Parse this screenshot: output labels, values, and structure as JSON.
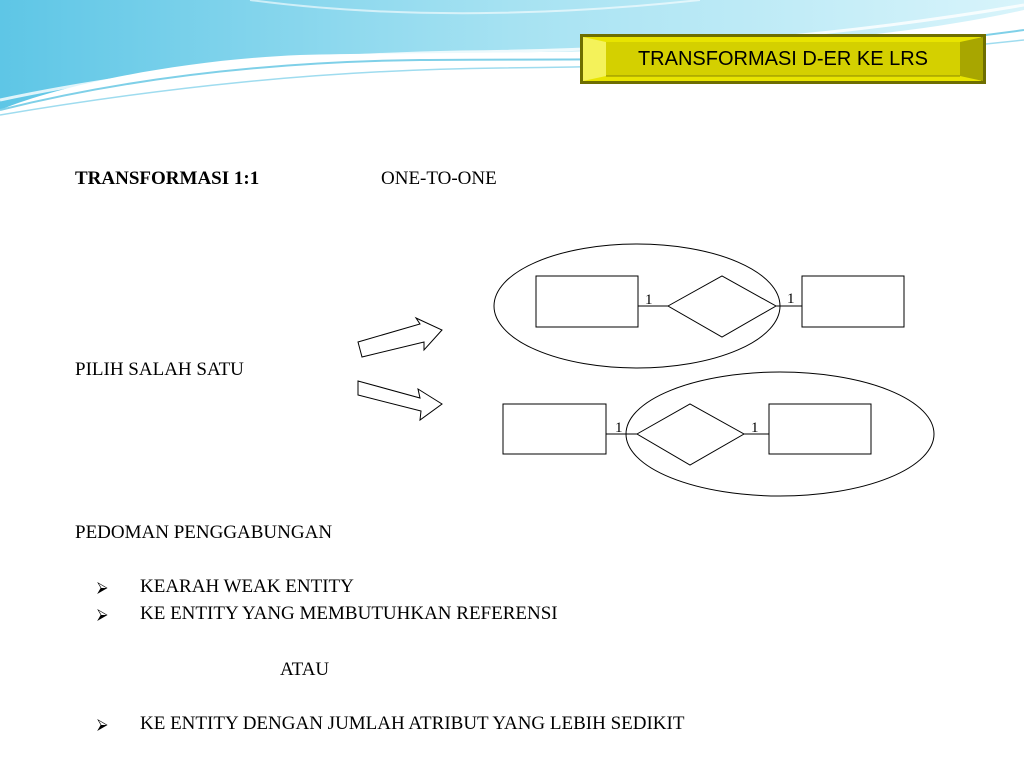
{
  "header": {
    "title": "TRANSFORMASI D-ER KE LRS"
  },
  "content": {
    "heading": "TRANSFORMASI 1:1",
    "heading_subtitle": "ONE-TO-ONE",
    "choose": "PILIH  SALAH SATU",
    "guideline_heading": "PEDOMAN PENGGABUNGAN",
    "bullets": [
      "KEARAH WEAK ENTITY",
      "KE ENTITY YANG MEMBUTUHKAN REFERENSI"
    ],
    "or": "ATAU",
    "last_bullet": "KE ENTITY DENGAN JUMLAH ATRIBUT YANG LEBIH SEDIKIT",
    "bullet_icon": "arrow-bullet-icon"
  },
  "diagram": {
    "top": {
      "left_cardinality": "1",
      "right_cardinality": "1"
    },
    "bottom": {
      "left_cardinality": "1",
      "right_cardinality": "1"
    }
  },
  "colors": {
    "title_fill": "#e8e400",
    "title_edge": "#9a9a00",
    "wave": "#7fd0e8"
  }
}
